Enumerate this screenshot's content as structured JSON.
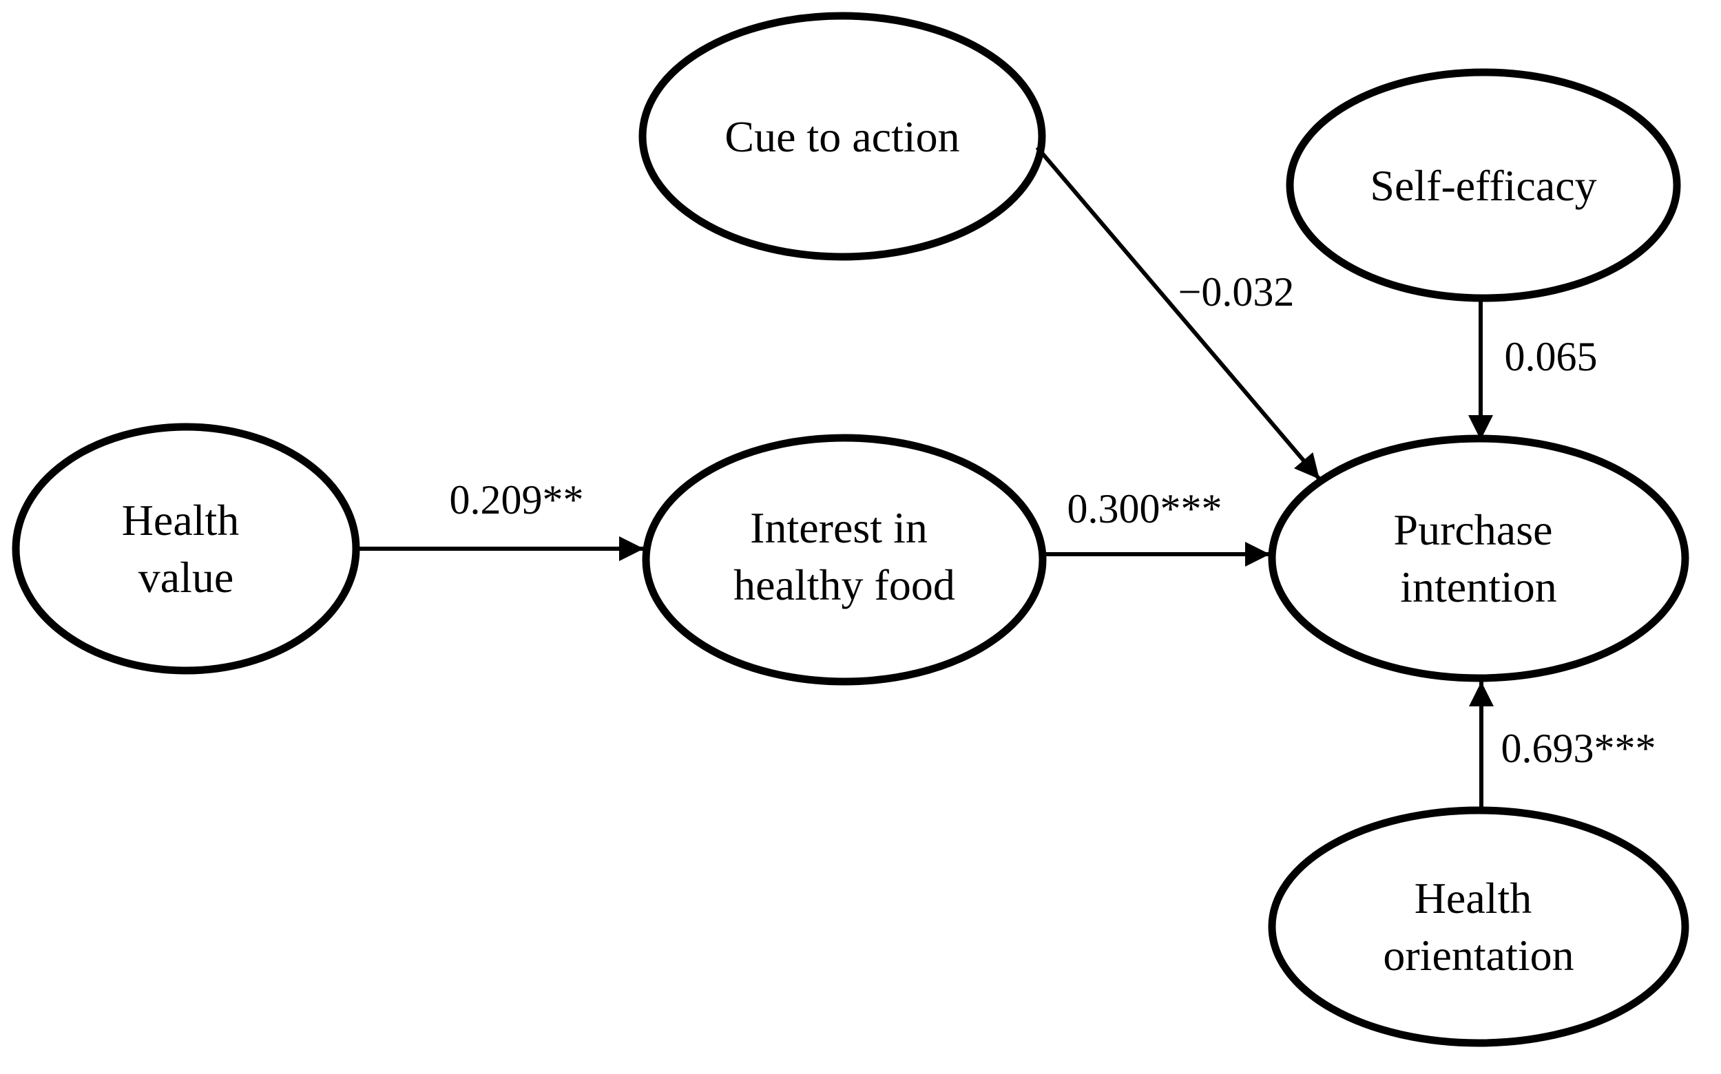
{
  "diagram": {
    "type": "path-model",
    "background_color": "#ffffff",
    "ink_color": "#000000",
    "nodes": [
      {
        "id": "cue-to-action",
        "label": "Cue to action",
        "lines": [
          "Cue to action"
        ]
      },
      {
        "id": "self-efficacy",
        "label": "Self-efficacy",
        "lines": [
          "Self-efficacy"
        ]
      },
      {
        "id": "health-value",
        "label": "Health value",
        "lines": [
          "Health",
          "value"
        ]
      },
      {
        "id": "interest-healthy-food",
        "label": "Interest in healthy food",
        "lines": [
          "Interest in",
          "healthy food"
        ]
      },
      {
        "id": "purchase-intention",
        "label": "Purchase intention",
        "lines": [
          "Purchase",
          "intention"
        ]
      },
      {
        "id": "health-orientation",
        "label": "Health orientation",
        "lines": [
          "Health",
          "orientation"
        ]
      }
    ],
    "edges": [
      {
        "from": "health-value",
        "to": "interest-healthy-food",
        "label": "0.209**"
      },
      {
        "from": "interest-healthy-food",
        "to": "purchase-intention",
        "label": "0.300***"
      },
      {
        "from": "cue-to-action",
        "to": "purchase-intention",
        "label": "−0.032"
      },
      {
        "from": "self-efficacy",
        "to": "purchase-intention",
        "label": "0.065"
      },
      {
        "from": "health-orientation",
        "to": "purchase-intention",
        "label": "0.693***"
      }
    ]
  }
}
